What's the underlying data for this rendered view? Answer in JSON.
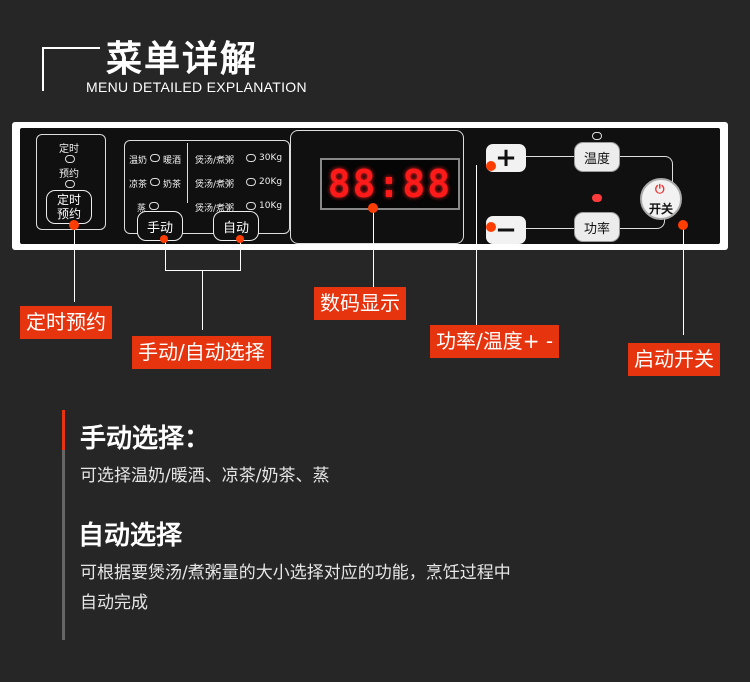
{
  "header": {
    "title": "菜单详解",
    "subtitle": "MENU DETAILED EXPLANATION"
  },
  "panel": {
    "timer_box": {
      "label_dingshi": "定时",
      "label_yuyue": "预约",
      "button_line1": "定时",
      "button_line2": "预约"
    },
    "mode_box": {
      "manual_options": [
        "温奶",
        "暖酒",
        "凉茶",
        "奶茶",
        "蒸"
      ],
      "auto_options": [
        "煲汤/煮粥",
        "30Kg",
        "煲汤/煮粥",
        "20Kg",
        "煲汤/煮粥",
        "10Kg"
      ],
      "manual_button": "手动",
      "auto_button": "自动"
    },
    "display_value": "88:88",
    "controls": {
      "plus": "+",
      "minus": "−",
      "temperature": "温度",
      "power": "功率",
      "onoff": "开关"
    }
  },
  "callouts": {
    "timer": "定时预约",
    "mode": "手动/自动选择",
    "display": "数码显示",
    "power_temp": "功率/温度+ -",
    "start": "启动开关"
  },
  "sections": {
    "manual_title": "手动选择：",
    "manual_text": "可选择温奶/暖酒、凉茶/奶茶、蒸",
    "auto_title": "自动选择",
    "auto_text_line1": "可根据要煲汤/煮粥量的大小选择对应的功能，烹饪过程中",
    "auto_text_line2": "自动完成"
  },
  "colors": {
    "accent": "#e6340f",
    "background": "#262626",
    "display_red": "#ff1a1a"
  }
}
